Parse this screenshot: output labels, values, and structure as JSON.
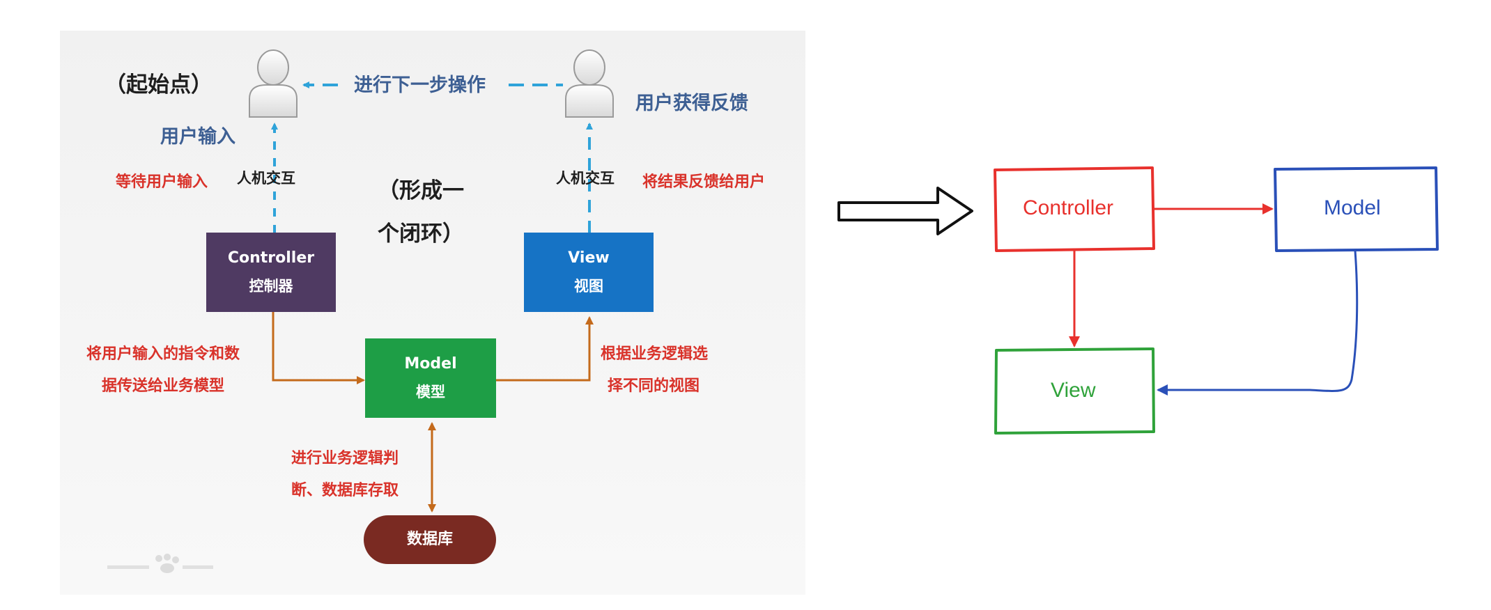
{
  "left_diagram": {
    "start_label": "（起始点）",
    "next_step_label": "进行下一步操作",
    "user_feedback_label": "用户获得反馈",
    "user_input_label": "用户输入",
    "hci_left_label": "人机交互",
    "hci_right_label": "人机交互",
    "wait_input_label": "等待用户输入",
    "feedback_to_user_label": "将结果反馈给用户",
    "loop_label_line1": "（形成一",
    "loop_label_line2": "个闭环）",
    "controller": {
      "en": "Controller",
      "zh": "控制器",
      "color": "#4f3a62"
    },
    "view": {
      "en": "View",
      "zh": "视图",
      "color": "#1673c5"
    },
    "model": {
      "en": "Model",
      "zh": "模型",
      "color": "#1e9e46"
    },
    "database": {
      "label": "数据库",
      "color": "#7a2a22"
    },
    "controller_to_model_line1": "将用户输入的指令和数",
    "controller_to_model_line2": "据传送给业务模型",
    "model_to_view_line1": "根据业务逻辑选",
    "model_to_view_line2": "择不同的视图",
    "model_db_line1": "进行业务逻辑判",
    "model_db_line2": "断、数据库存取",
    "colors": {
      "arrow_blue": "#2fa3d9",
      "arrow_orange": "#c46a1b",
      "annotation_red": "#d9322a",
      "label_blue": "#3d5f93"
    }
  },
  "right_diagram": {
    "controller_label": "Controller",
    "model_label": "Model",
    "view_label": "View",
    "colors": {
      "controller": "#e8312d",
      "model": "#2a50b8",
      "view": "#2fa23a",
      "arrow_black": "#111111"
    }
  }
}
